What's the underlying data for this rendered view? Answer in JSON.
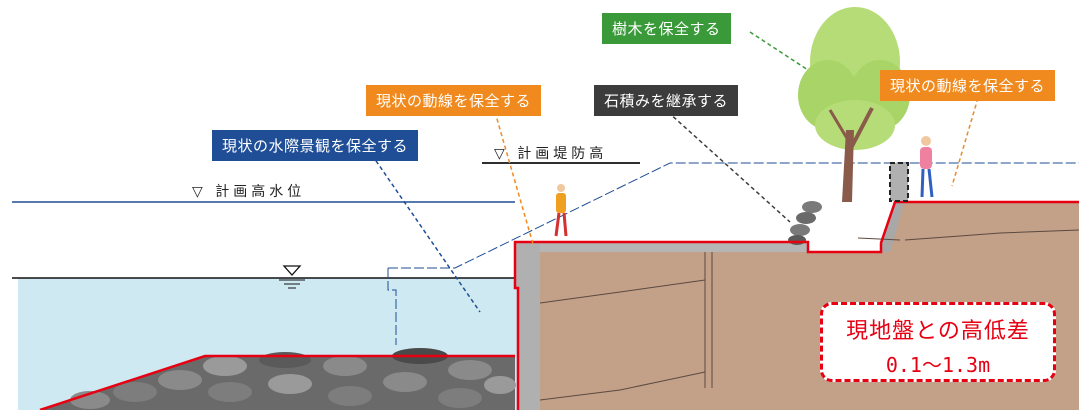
{
  "labels": {
    "tree": "樹木を保全する",
    "path_left": "現状の動線を保全する",
    "path_right": "現状の動線を保全する",
    "stone": "石積みを継承する",
    "waterfront": "現状の水際景観を保全する"
  },
  "levels": {
    "levee": "▽ 計画堤防高",
    "high_water": "▽ 計画高水位"
  },
  "note": {
    "line1": "現地盤との高低差",
    "line2": "0.1～1.3m"
  },
  "colors": {
    "green_label": "#3a9a3a",
    "orange_label": "#f08a1e",
    "dark_label": "#3c3c3c",
    "blue_label": "#1f4e96",
    "water": "#cfe9f2",
    "ground": "#c3a088",
    "concrete": "#b0b0b0",
    "accent_red": "#e60012"
  }
}
